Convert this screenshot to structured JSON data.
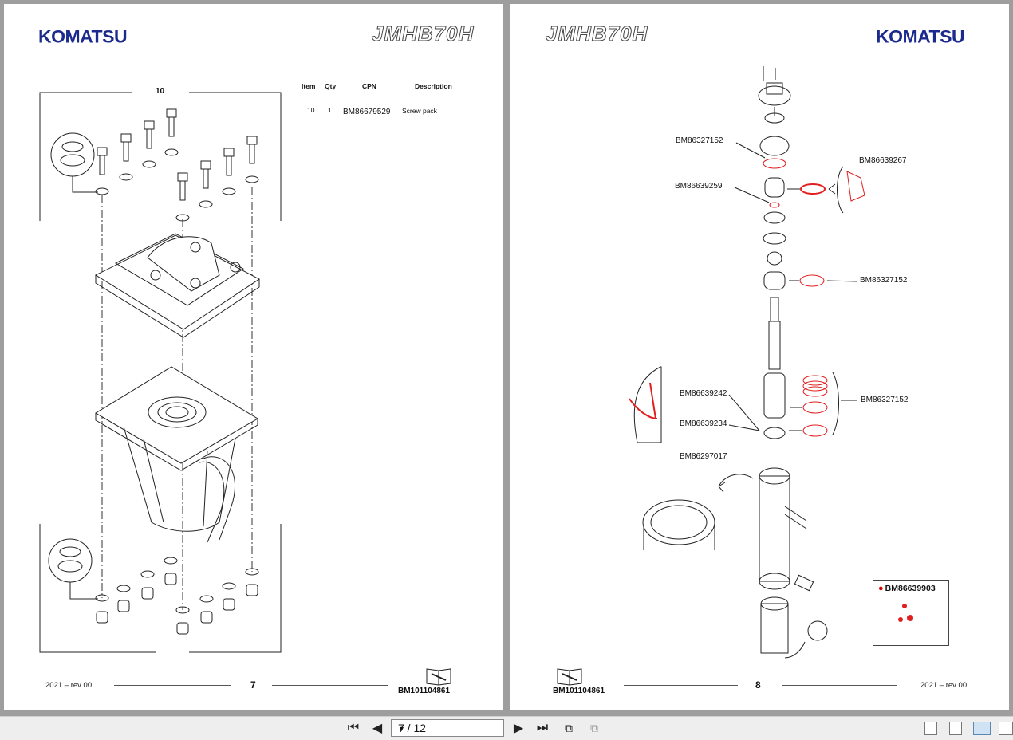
{
  "left_page": {
    "brand": "KOMATSU",
    "model_prefix": "JMHB",
    "model_suffix": "70H",
    "group_label": "10",
    "table": {
      "headers": [
        "Item",
        "Qty",
        "CPN",
        "Description"
      ],
      "rows": [
        {
          "item": "10",
          "qty": "1",
          "cpn": "BM86679529",
          "description": "Screw pack"
        }
      ]
    },
    "footer": {
      "revision": "2021 – rev 00",
      "page_number": "7",
      "doc_id": "BM101104861"
    }
  },
  "right_page": {
    "brand": "KOMATSU",
    "model_prefix": "JMHB",
    "model_suffix": "70H",
    "callouts": {
      "c1": "BM86327152",
      "c2": "BM86639267",
      "c3": "BM86639259",
      "c4": "BM86327152",
      "c5": "BM86639242",
      "c6": "BM86639234",
      "c7": "BM86327152",
      "c8": "BM86297017"
    },
    "kit_label": "BM86639903",
    "footer": {
      "revision": "2021 – rev 00",
      "page_number": "8",
      "doc_id": "BM101104861"
    }
  },
  "toolbar": {
    "page_indicator": "7 / 12",
    "icons": [
      "first-page-icon",
      "prev-page-icon",
      "next-page-icon",
      "last-page-icon",
      "fit-page-icon",
      "fit-width-icon",
      "single-page-icon",
      "continuous-icon",
      "two-page-icon",
      "two-page-continuous-icon"
    ]
  },
  "colors": {
    "brand": "#1b2a8c",
    "seal_red": "#e02020",
    "viewer_bg": "#9e9e9e"
  }
}
